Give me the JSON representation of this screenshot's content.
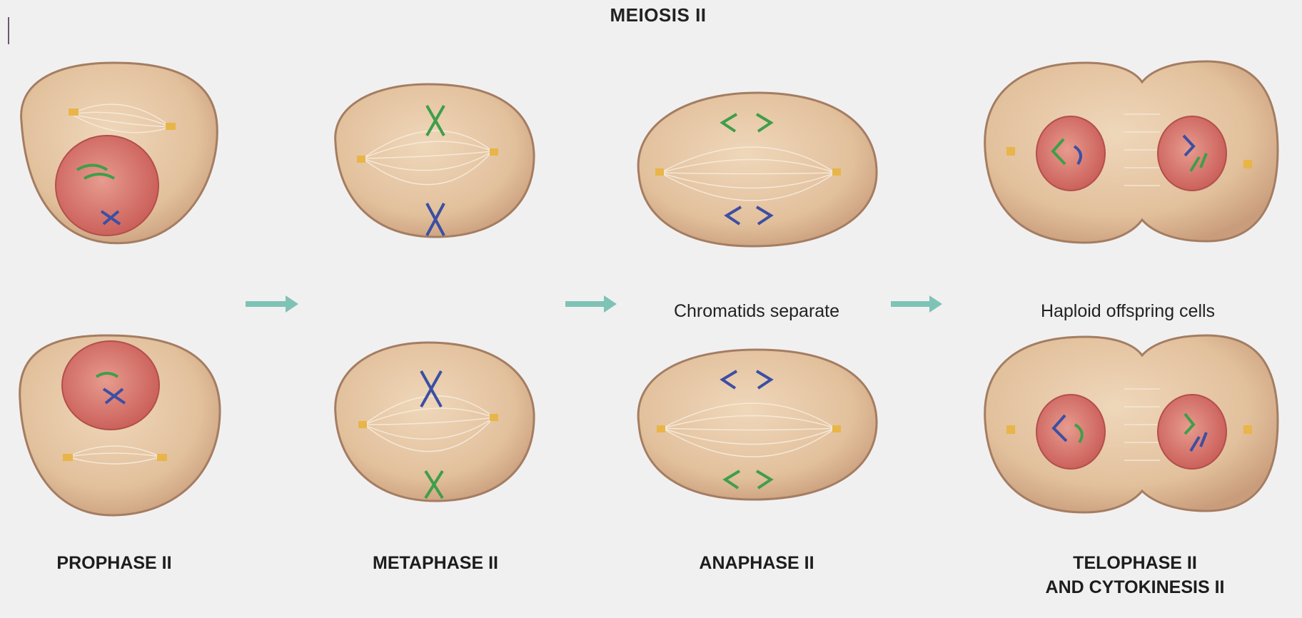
{
  "header": {
    "title": "MEIOSIS II"
  },
  "captions": {
    "anaphase": "Chromatids separate",
    "telophase": "Haploid offspring cells"
  },
  "phases": [
    {
      "line1": "PROPHASE II",
      "line2": ""
    },
    {
      "line1": "METAPHASE II",
      "line2": ""
    },
    {
      "line1": "ANAPHASE II",
      "line2": ""
    },
    {
      "line1": "TELOPHASE II",
      "line2": "AND CYTOKINESIS II"
    }
  ],
  "colors": {
    "cell_fill": "#e6c7a4",
    "cell_outline": "#a47d62",
    "nucleus": "#d9756e",
    "chromosome_green": "#3f9e4a",
    "chromosome_blue": "#3c4fa3",
    "centriole": "#e8b548",
    "arrow": "#7ec3b5",
    "rule_green": "#5aa86c",
    "rule_purple": "#6b3f6e"
  },
  "icons": {
    "stage_arrow": "right-arrow-icon"
  }
}
